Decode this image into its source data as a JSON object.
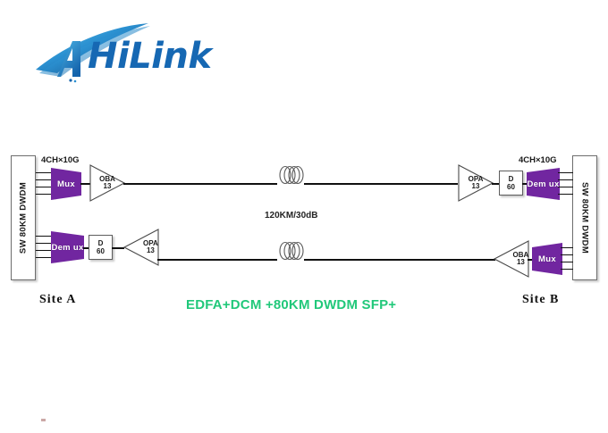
{
  "brand": {
    "logo_text": "HiLink",
    "logo_icon": "swoosh-a-logo",
    "color_primary": "#1668b3",
    "color_secondary": "#29a8e0"
  },
  "diagram": {
    "title_caption": "EDFA+DCM +80KM DWDM SFP+",
    "caption_color": "#21c87a",
    "span_label": "120KM/30dB",
    "accent_purple": "#7126a0",
    "sites": [
      {
        "id": "site-a",
        "label": "Site A",
        "chassis_label": "SW 80KM DWDM",
        "channel_label": "4CH×10G",
        "upper_path": {
          "mux_label": "Mux",
          "amp_type": "OBA",
          "amp_gain": "13"
        },
        "lower_path": {
          "demux_label": "Dem ux",
          "dcm_label": "D",
          "dcm_value": "60",
          "amp_type": "OPA",
          "amp_gain": "13"
        }
      },
      {
        "id": "site-b",
        "label": "Site B",
        "chassis_label": "SW 80KM DWDM",
        "channel_label": "4CH×10G",
        "upper_path": {
          "amp_type": "OPA",
          "amp_gain": "13",
          "dcm_label": "D",
          "dcm_value": "60",
          "demux_label": "Dem ux"
        },
        "lower_path": {
          "amp_type": "OBA",
          "amp_gain": "13",
          "mux_label": "Mux"
        }
      }
    ],
    "fiber_spools": [
      {
        "id": "spool-upper",
        "icon": "fiber-coil-icon"
      },
      {
        "id": "spool-lower",
        "icon": "fiber-coil-icon"
      }
    ]
  }
}
